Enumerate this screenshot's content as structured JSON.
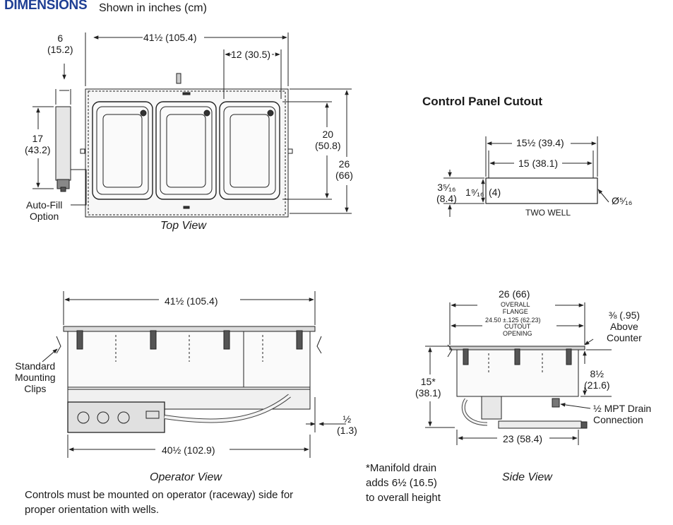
{
  "header": {
    "title": "DIMENSIONS",
    "subtitle": "Shown in inches (cm)"
  },
  "top_view": {
    "caption": "Top View",
    "overall_width": "41½ (105.4)",
    "well_spacing": "12 (30.5)",
    "depth_inner": "20\n(50.8)",
    "depth_overall": "26\n(66)",
    "autofill_width": "6\n(15.2)",
    "autofill_length": "17\n(43.2)",
    "autofill_label": "Auto-Fill\nOption"
  },
  "cutout": {
    "heading": "Control Panel Cutout",
    "outer_width": "15½ (39.4)",
    "inner_width": "15 (38.1)",
    "outer_height": "3⁵⁄₁₆\n(8.4)",
    "inner_height": "1⁹⁄₁₆",
    "inner_height_cm": "(4)",
    "corner_radius": "Ø⁵⁄₁₆",
    "well_label": "TWO WELL"
  },
  "operator_view": {
    "caption": "Operator View",
    "overall_width": "41½ (105.4)",
    "body_width": "40½ (102.9)",
    "mounting_clips": "Standard\nMounting\nClips",
    "panel_offset": "½\n(1.3)",
    "note": "Controls must be mounted on operator (raceway) side for\nproper orientation with wells."
  },
  "side_view": {
    "caption": "Side View",
    "overall_flange": "26 (66)",
    "overall_flange_label": "OVERALL\nFLANGE",
    "cutout_dim": "24.50  ±.125  (62.23)",
    "cutout_label": "CUTOUT\nOPENING",
    "height": "15*\n(38.1)",
    "above_counter": "⅜ (.95)\nAbove\nCounter",
    "well_depth": "8½\n(21.6)",
    "drain": "½ MPT Drain\nConnection",
    "bottom_width": "23 (58.4)",
    "manifold_note": "*Manifold drain\nadds 6½ (16.5)\nto overall height"
  }
}
